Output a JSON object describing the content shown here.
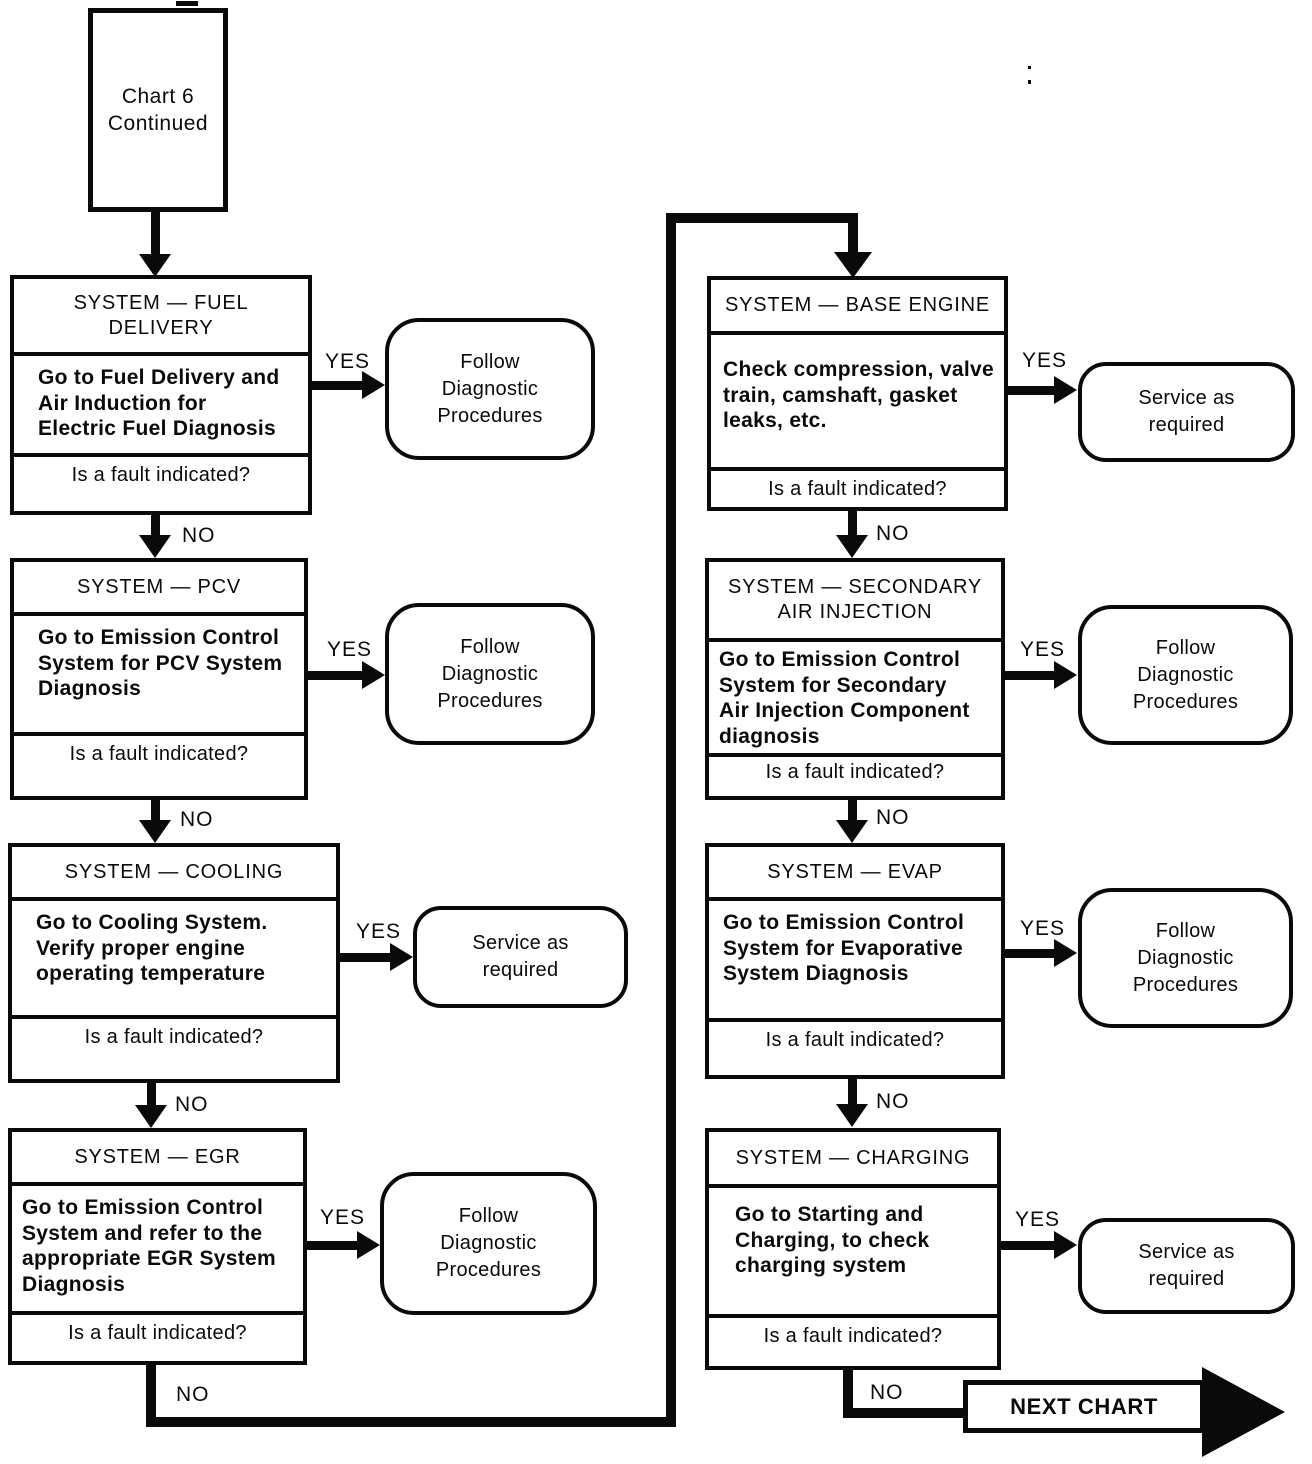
{
  "start": {
    "label": "Chart 6\nContinued"
  },
  "next_chart": {
    "label": "NEXT CHART"
  },
  "nodes": [
    {
      "id": "fuel-delivery",
      "header": "SYSTEM — FUEL\nDELIVERY",
      "body": "Go to Fuel Delivery and\nAir Induction for\nElectric Fuel Diagnosis",
      "question": "Is a fault indicated?",
      "yes_label": "YES",
      "no_label": "NO",
      "result": "Follow\nDiagnostic\nProcedures"
    },
    {
      "id": "pcv",
      "header": "SYSTEM — PCV",
      "body": "Go to Emission Control\nSystem for PCV System\nDiagnosis",
      "question": "Is a fault indicated?",
      "yes_label": "YES",
      "no_label": "NO",
      "result": "Follow\nDiagnostic\nProcedures"
    },
    {
      "id": "cooling",
      "header": "SYSTEM — COOLING",
      "body": "Go to Cooling System.\nVerify proper engine\noperating temperature",
      "question": "Is a fault indicated?",
      "yes_label": "YES",
      "no_label": "NO",
      "result": "Service as\nrequired"
    },
    {
      "id": "egr",
      "header": "SYSTEM — EGR",
      "body": "Go to Emission Control\nSystem and refer to the\nappropriate EGR System\nDiagnosis",
      "question": "Is a fault indicated?",
      "yes_label": "YES",
      "no_label": "NO",
      "result": "Follow\nDiagnostic\nProcedures"
    },
    {
      "id": "base-engine",
      "header": "SYSTEM — BASE ENGINE",
      "body": "Check compression, valve\ntrain, camshaft, gasket\nleaks, etc.",
      "question": "Is a fault indicated?",
      "yes_label": "YES",
      "no_label": "NO",
      "result": "Service as\nrequired"
    },
    {
      "id": "secondary-air-injection",
      "header": "SYSTEM — SECONDARY\nAIR INJECTION",
      "body": "Go to Emission Control\nSystem for Secondary\nAir Injection Component\ndiagnosis",
      "question": "Is a fault indicated?",
      "yes_label": "YES",
      "no_label": "NO",
      "result": "Follow\nDiagnostic\nProcedures"
    },
    {
      "id": "evap",
      "header": "SYSTEM — EVAP",
      "body": "Go to Emission Control\nSystem for Evaporative\nSystem Diagnosis",
      "question": "Is a fault indicated?",
      "yes_label": "YES",
      "no_label": "NO",
      "result": "Follow\nDiagnostic\nProcedures"
    },
    {
      "id": "charging",
      "header": "SYSTEM — CHARGING",
      "body": "Go to Starting and\nCharging, to check\ncharging system",
      "question": "Is a fault indicated?",
      "yes_label": "YES",
      "no_label": "NO",
      "result": "Service as\nrequired"
    }
  ]
}
